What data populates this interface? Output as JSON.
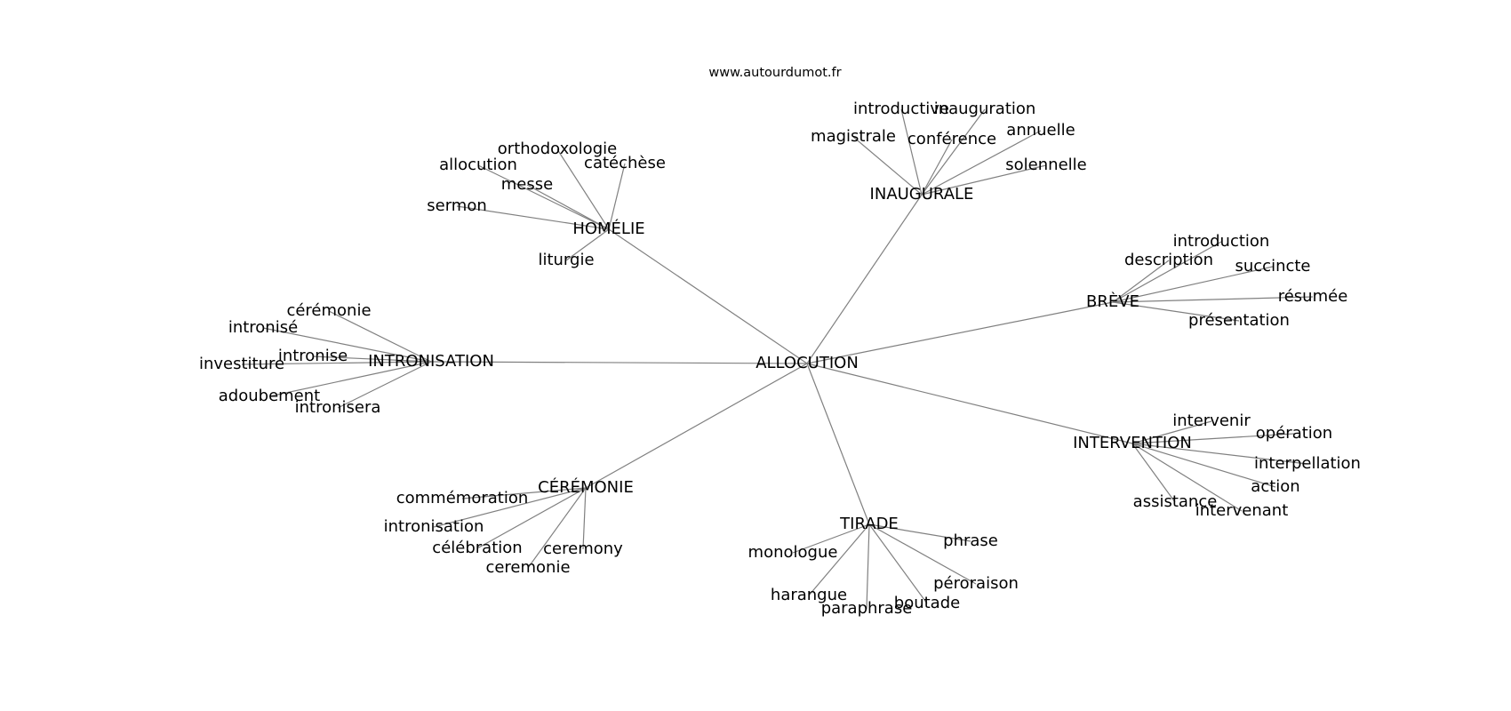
{
  "source": "www.autourdumot.fr",
  "root": "ALLOCUTION",
  "clusters": [
    {
      "hub": "HOMÉLIE",
      "leaves": [
        "orthodoxologie",
        "allocution",
        "catéchèse",
        "messe",
        "sermon",
        "liturgie"
      ]
    },
    {
      "hub": "INAUGURALE",
      "leaves": [
        "introductive",
        "inauguration",
        "magistrale",
        "conférence",
        "annuelle",
        "solennelle"
      ]
    },
    {
      "hub": "BRÈVE",
      "leaves": [
        "introduction",
        "description",
        "succincte",
        "résumée",
        "présentation"
      ]
    },
    {
      "hub": "INTRONISATION",
      "leaves": [
        "cérémonie",
        "intronisé",
        "intronise",
        "investiture",
        "adoubement",
        "intronisera"
      ]
    },
    {
      "hub": "INTERVENTION",
      "leaves": [
        "intervenir",
        "opération",
        "interpellation",
        "action",
        "assistance",
        "intervenant"
      ]
    },
    {
      "hub": "CÉRÉMONIE",
      "leaves": [
        "commémoration",
        "intronisation",
        "célébration",
        "ceremony",
        "ceremonie"
      ]
    },
    {
      "hub": "TIRADE",
      "leaves": [
        "monologue",
        "phrase",
        "péroraison",
        "harangue",
        "paraphrase",
        "boutade"
      ]
    }
  ]
}
